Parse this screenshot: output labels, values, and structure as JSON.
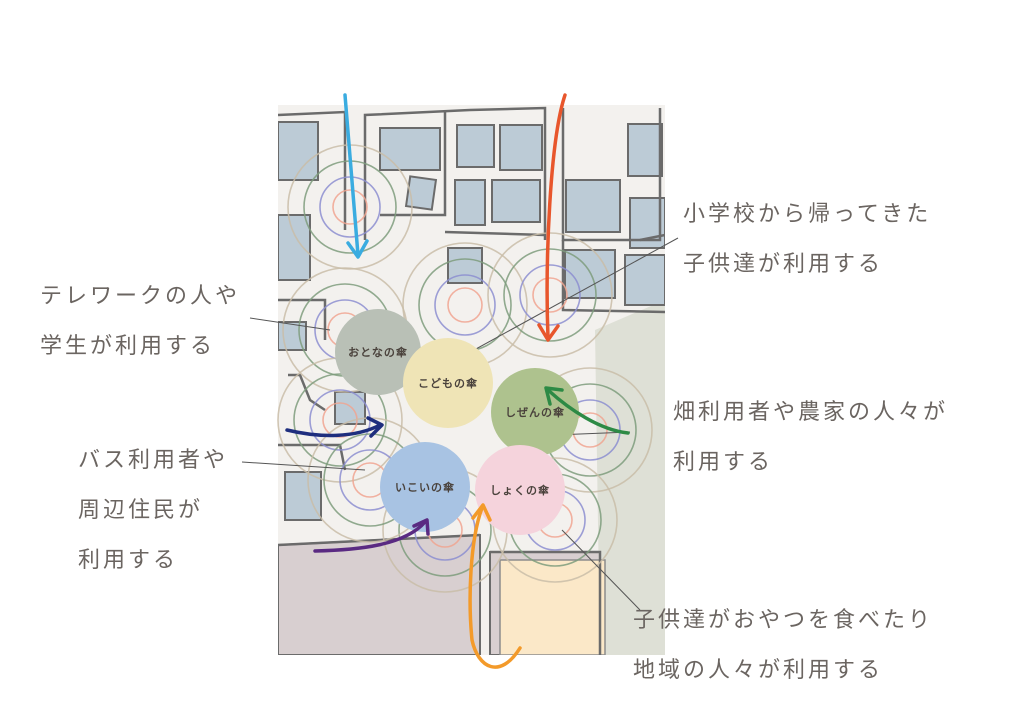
{
  "umbrellas": [
    {
      "id": "otona",
      "label": "おとなの傘",
      "color": "#b9c0b6"
    },
    {
      "id": "kodomo",
      "label": "こどもの傘",
      "color": "#efe4b6"
    },
    {
      "id": "shizen",
      "label": "しぜんの傘",
      "color": "#aec28e"
    },
    {
      "id": "ikoi",
      "label": "いこいの傘",
      "color": "#a8c3e3"
    },
    {
      "id": "shoku",
      "label": "しょくの傘",
      "color": "#f5d3dc"
    }
  ],
  "callouts": {
    "kodomo": [
      "小学校から帰ってきた",
      "子供達が利用する"
    ],
    "otona": [
      "テレワークの人や",
      "学生が利用する"
    ],
    "shizen": [
      "畑利用者や農家の人々が",
      "利用する"
    ],
    "ikoi": [
      "バス利用者や",
      "周辺住民が",
      "利用する"
    ],
    "shoku": [
      "子供達がおやつを食べたり",
      "地域の人々が利用する"
    ]
  },
  "arrow_colors": {
    "top_left": "#3aace0",
    "top_right": "#e8562c",
    "left": "#1e2e7e",
    "right": "#2d8a45",
    "bottom_left": "#5a2a82",
    "bottom": "#f39a2a"
  },
  "ring_colors": [
    "#c9bda8",
    "#7e9c7c",
    "#8c8ed0",
    "#f0a591"
  ]
}
